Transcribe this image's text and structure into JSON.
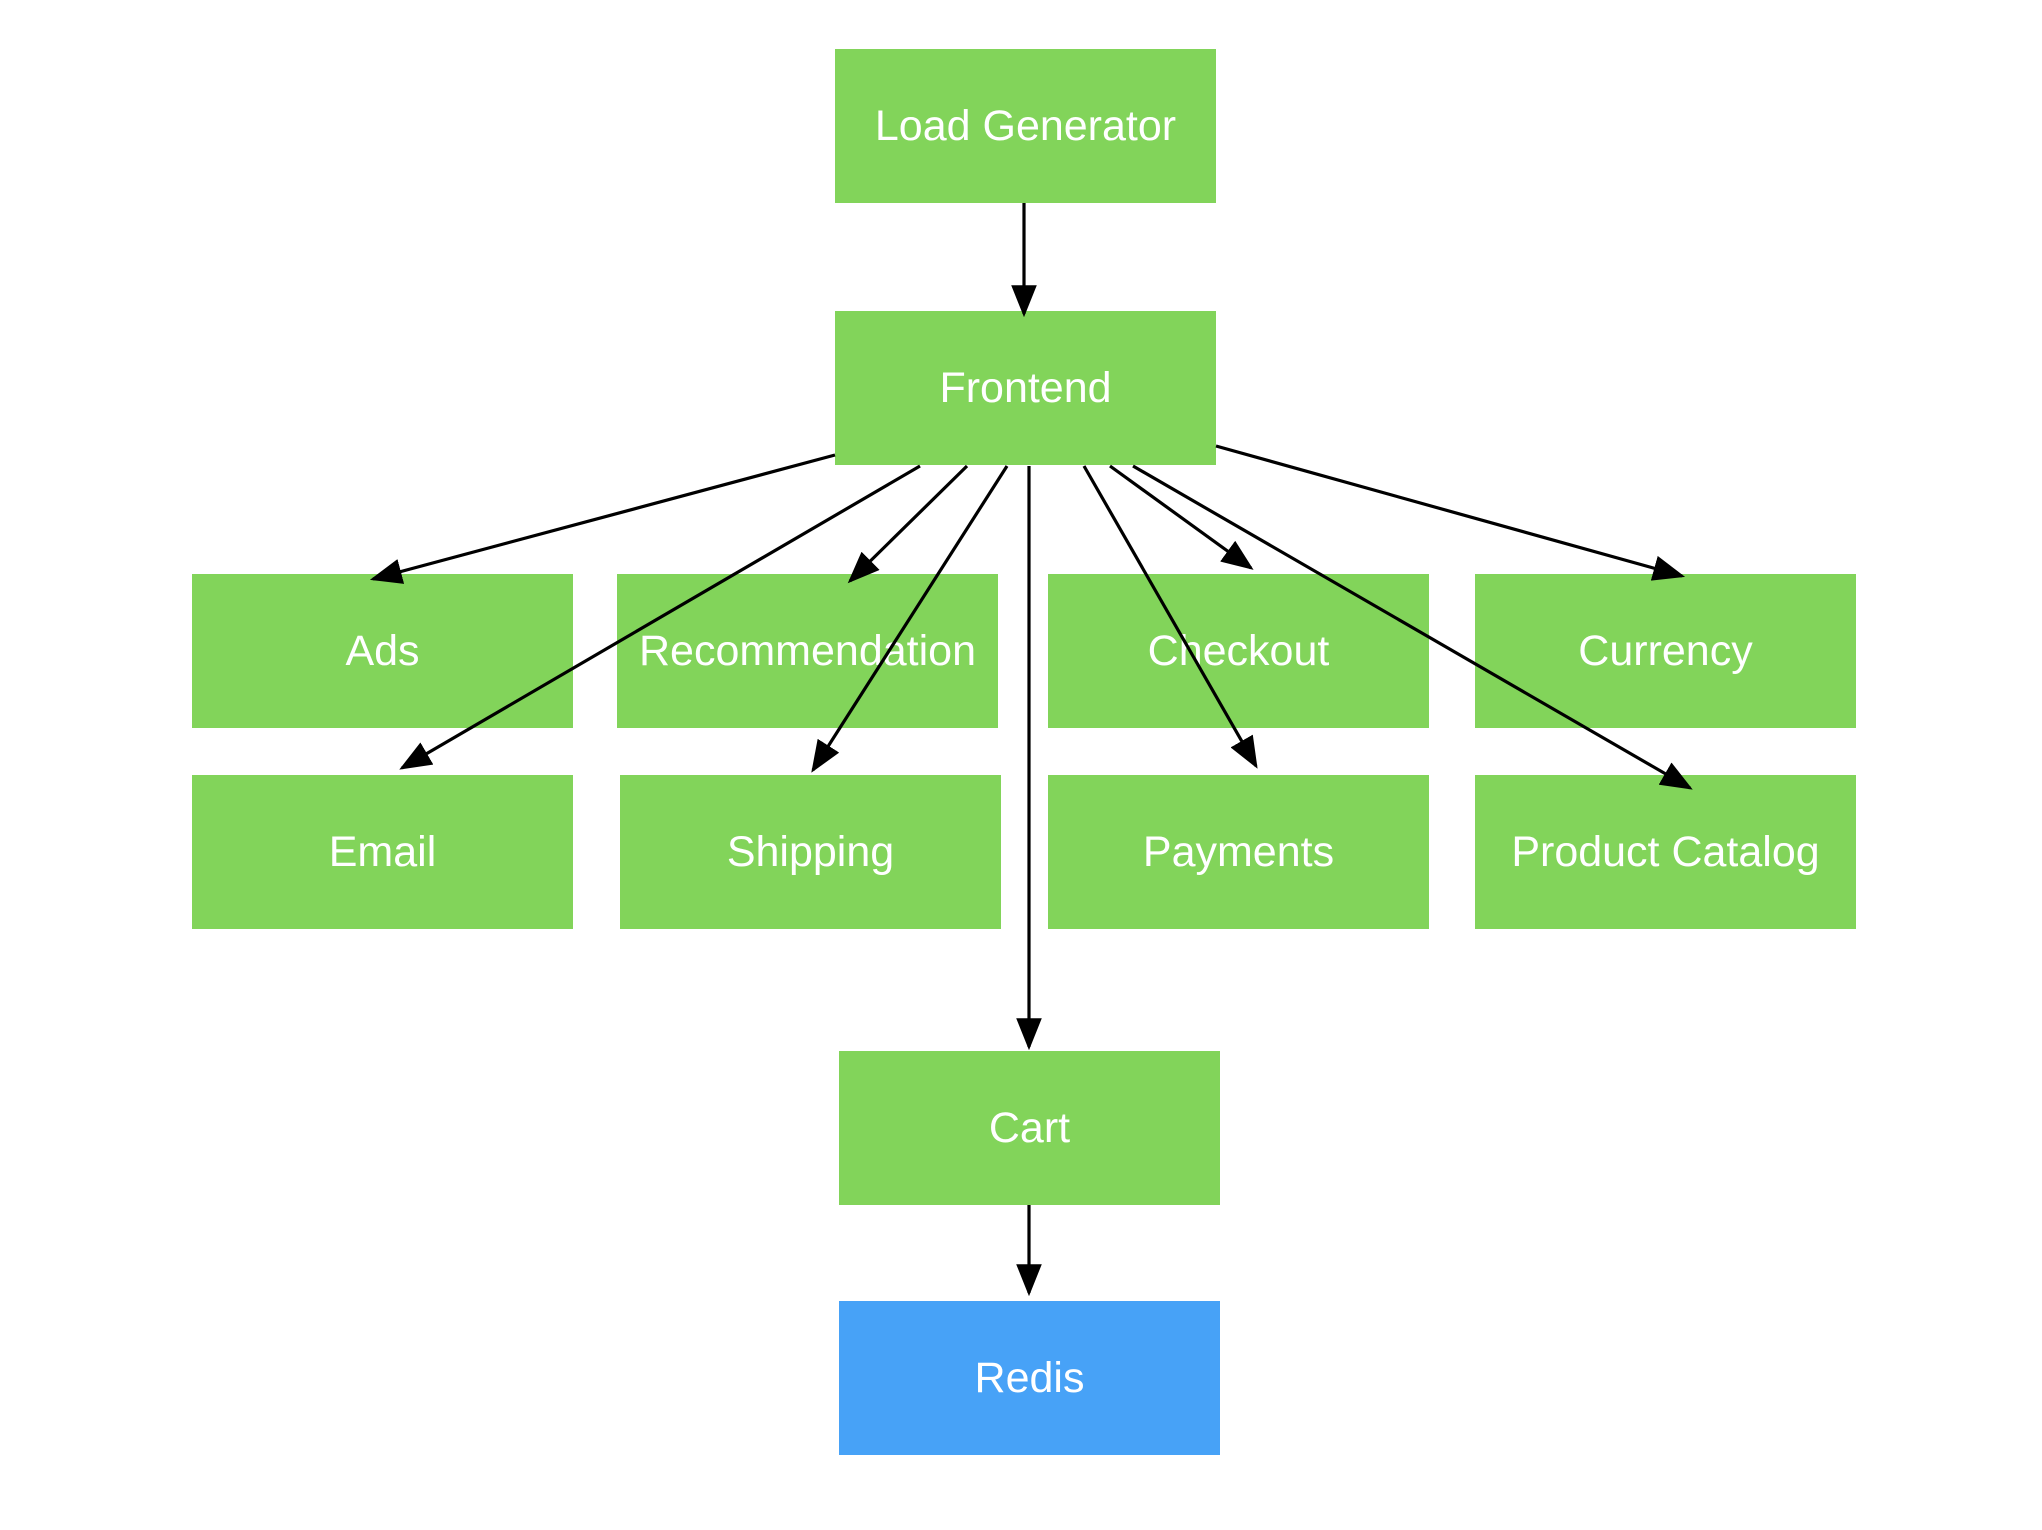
{
  "nodes": {
    "load_generator": "Load Generator",
    "frontend": "Frontend",
    "ads": "Ads",
    "recommendation": "Recommendation",
    "checkout": "Checkout",
    "currency": "Currency",
    "email": "Email",
    "shipping": "Shipping",
    "payments": "Payments",
    "product_catalog": "Product Catalog",
    "cart": "Cart",
    "redis": "Redis"
  },
  "edges": [
    {
      "from": "Load Generator",
      "to": "Frontend"
    },
    {
      "from": "Frontend",
      "to": "Ads"
    },
    {
      "from": "Frontend",
      "to": "Email"
    },
    {
      "from": "Frontend",
      "to": "Recommendation"
    },
    {
      "from": "Frontend",
      "to": "Shipping"
    },
    {
      "from": "Frontend",
      "to": "Cart"
    },
    {
      "from": "Frontend",
      "to": "Payments"
    },
    {
      "from": "Frontend",
      "to": "Checkout"
    },
    {
      "from": "Frontend",
      "to": "Product Catalog"
    },
    {
      "from": "Frontend",
      "to": "Currency"
    },
    {
      "from": "Cart",
      "to": "Redis"
    }
  ],
  "colors": {
    "service": "#82d45a",
    "datastore": "#47a2f7",
    "edge": "#000000",
    "text": "#ffffff"
  }
}
